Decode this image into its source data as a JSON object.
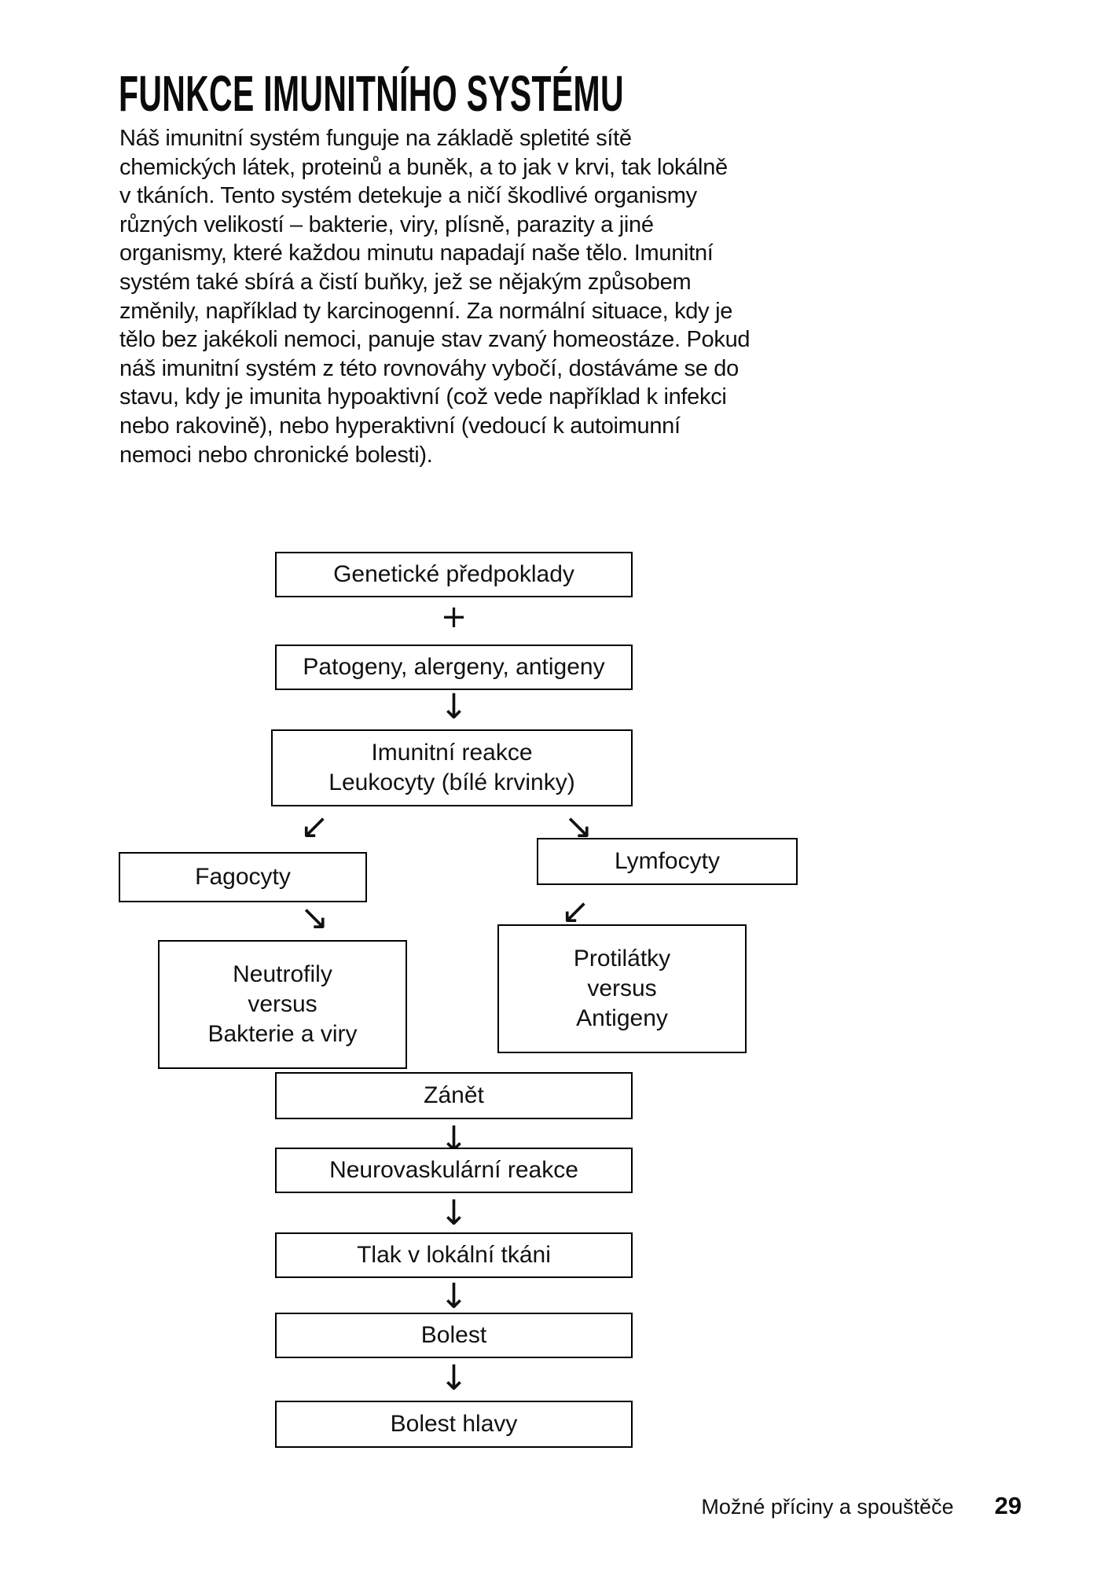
{
  "page": {
    "title": "FUNKCE IMUNITNÍHO SYSTÉMU",
    "paragraph_lines": [
      "Náš imunitní systém funguje na základě spletité sítě",
      "chemických látek, proteinů a buněk, a to jak v krvi, tak lokálně",
      "v tkáních. Tento systém detekuje a ničí škodlivé organismy",
      "různých velikostí – bakterie, viry, plísně, parazity a jiné",
      "organismy, které každou minutu napadají naše tělo. Imunitní",
      "systém také sbírá a čistí buňky, jež se nějakým způsobem",
      "změnily, například ty karcinogenní. Za normální situace, kdy je",
      "tělo bez jakékoli nemoci, panuje stav zvaný homeostáze. Pokud",
      "náš imunitní systém z této rovnováhy vybočí, dostáváme se do",
      "stavu, kdy je imunita hypoaktivní (což vede například k infekci",
      "nebo rakovině), nebo hyperaktivní (vedoucí k autoimunní",
      "nemoci nebo chronické bolesti)."
    ],
    "footer": {
      "section": "Možné příciny a spouštěče",
      "page_number": "29"
    }
  },
  "flowchart": {
    "symbols": {
      "plus": "+",
      "arrow_down": "↓",
      "arrow_down_left": "↙",
      "arrow_down_right": "↘"
    },
    "nodes": {
      "genetics": "Genetické předpoklady",
      "pathogens": "Patogeny, alergeny, antigeny",
      "immune_reaction": [
        "Imunitní reakce",
        "Leukocyty (bílé krvinky)"
      ],
      "phagocytes": "Fagocyty",
      "lymphocytes": "Lymfocyty",
      "neutrophils": [
        "Neutrofily",
        "versus",
        "Bakterie a viry"
      ],
      "antibodies": [
        "Protilátky",
        "versus",
        "Antigeny"
      ],
      "inflammation": "Zánět",
      "neurovascular": "Neurovaskulární reakce",
      "tissue_pressure": "Tlak v lokální tkáni",
      "pain": "Bolest",
      "headache": "Bolest hlavy"
    },
    "edges": [
      "genetics + pathogens -> immune_reaction",
      "immune_reaction -> phagocytes",
      "immune_reaction -> lymphocytes",
      "phagocytes -> neutrophils",
      "lymphocytes -> antibodies",
      "-> inflammation -> neurovascular -> tissue_pressure -> pain -> headache"
    ]
  }
}
